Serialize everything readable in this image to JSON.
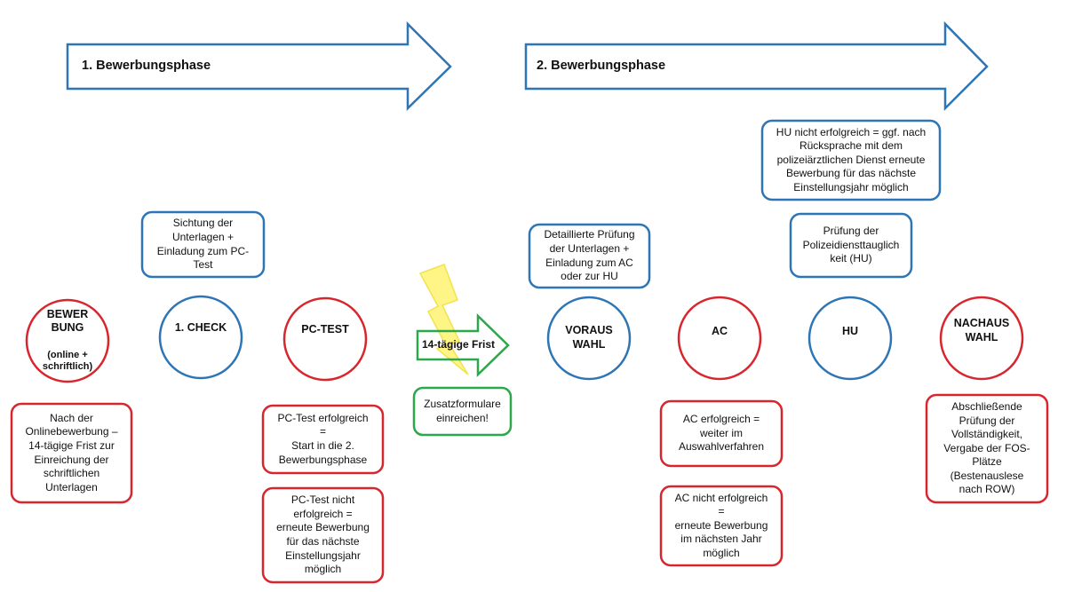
{
  "colors": {
    "blue": "#2e75b6",
    "red": "#d7262e",
    "green": "#2aa84a",
    "yellow": "#fff57a",
    "yellow_stroke": "#f0e03c"
  },
  "phases": [
    {
      "label": "1. Bewerbungsphase"
    },
    {
      "label": "2. Bewerbungsphase"
    }
  ],
  "circles": {
    "bewerbung": {
      "title": "BEWER\nBUNG",
      "sub": "(online +\nschriftlich)"
    },
    "check": {
      "title": "1. CHECK"
    },
    "pctest": {
      "title": "PC-TEST"
    },
    "vorauswahl": {
      "title": "VORAUS\nWAHL"
    },
    "ac": {
      "title": "AC"
    },
    "hu": {
      "title": "HU"
    },
    "nachauswahl": {
      "title": "NACHAUS\nWAHL"
    }
  },
  "boxes": {
    "sichtung": "Sichtung der\nUnterlagen +\nEinladung zum PC-\nTest",
    "frist_info": "Nach der\nOnlinebewerbung –\n14-tägige Frist zur\nEinreichung der\nschriftlichen\nUnterlagen",
    "pc_success": "PC-Test erfolgreich\n=\nStart in die 2.\nBewerbungsphase",
    "pc_fail": "PC-Test nicht\nerfolgreich =\nerneute Bewerbung\nfür das nächste\nEinstellungsjahr\nmöglich",
    "zusatz": "Zusatzformulare\neinreichen!",
    "detail": "Detaillierte Prüfung\nder Unterlagen +\nEinladung zum AC\noder zur HU",
    "ac_success": "AC erfolgreich =\nweiter im\nAuswahlverfahren",
    "ac_fail": "AC nicht erfolgreich\n=\nerneute Bewerbung\nim nächsten Jahr\nmöglich",
    "hu_fail": "HU nicht erfolgreich = ggf. nach\nRücksprache mit dem\npolizeiärztlichen Dienst erneute\nBewerbung für das nächste\nEinstellungsjahr möglich",
    "hu_pruefung": "Prüfung der\nPolizeidiensttauglich\nkeit (HU)",
    "abschluss": "Abschließende\nPrüfung der\nVollständigkeit,\nVergabe der FOS-\nPlätze\n(Bestenauslese\nnach ROW)"
  },
  "frist_arrow": {
    "label": "14-tägige Frist"
  },
  "icons": {
    "lightning": "lightning-bolt-icon"
  }
}
